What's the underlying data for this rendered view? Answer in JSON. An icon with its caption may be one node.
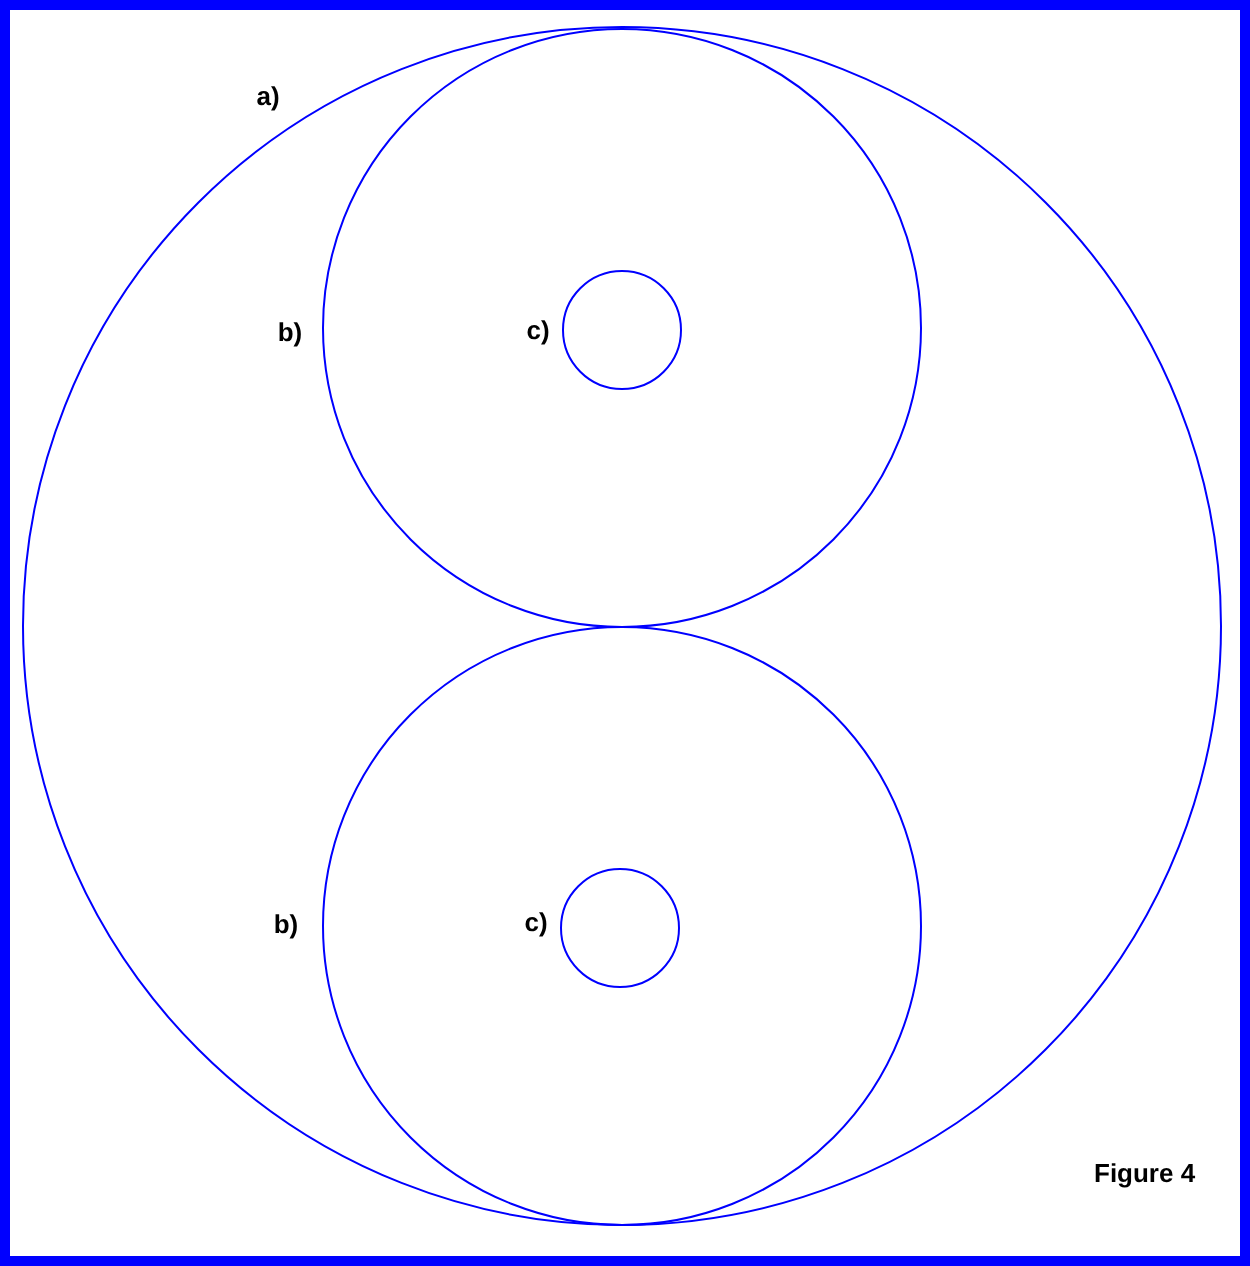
{
  "diagram": {
    "caption": "Figure 4",
    "nodes": [
      {
        "text": [],
        "shape": "circle",
        "beside": [
          "a)"
        ]
      },
      {
        "text": [],
        "shape": "circle",
        "in": 0,
        "beside": [
          "b)"
        ]
      },
      {
        "text": [],
        "shape": "circle",
        "in": 1,
        "beside": [
          "c)"
        ]
      },
      {
        "text": [],
        "shape": "circle",
        "in": 0,
        "beside": [
          "b)"
        ]
      },
      {
        "text": [],
        "shape": "circle",
        "in": 3,
        "beside": [
          "c)"
        ]
      }
    ],
    "edges": []
  }
}
